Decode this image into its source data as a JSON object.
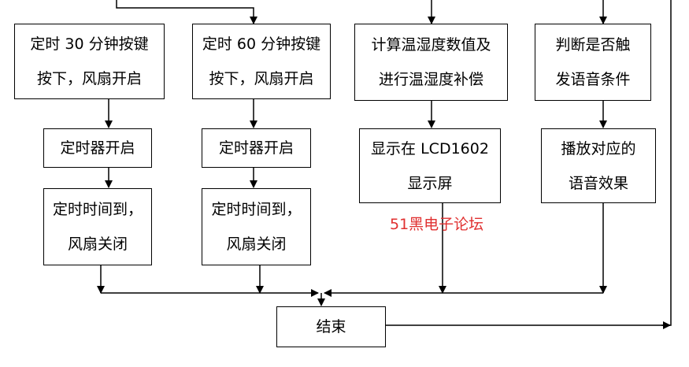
{
  "nodes": {
    "timer30_pressed": "定时 30 分钟按键\n按下，风扇开启",
    "timer60_pressed": "定时 60 分钟按键\n按下，风扇开启",
    "calc_temp_humidity": "计算温湿度数值及\n进行温湿度补偿",
    "voice_condition": "判断是否触\n发语音条件",
    "timer_start_1": "定时器开启",
    "timer_start_2": "定时器开启",
    "lcd_display": "显示在 LCD1602\n显示屏",
    "play_voice": "播放对应的\n语音效果",
    "timeout_fan_off_1": "定时时间到，\n风扇关闭",
    "timeout_fan_off_2": "定时时间到，\n风扇关闭",
    "end": "结束"
  },
  "watermark": "51黑电子论坛"
}
